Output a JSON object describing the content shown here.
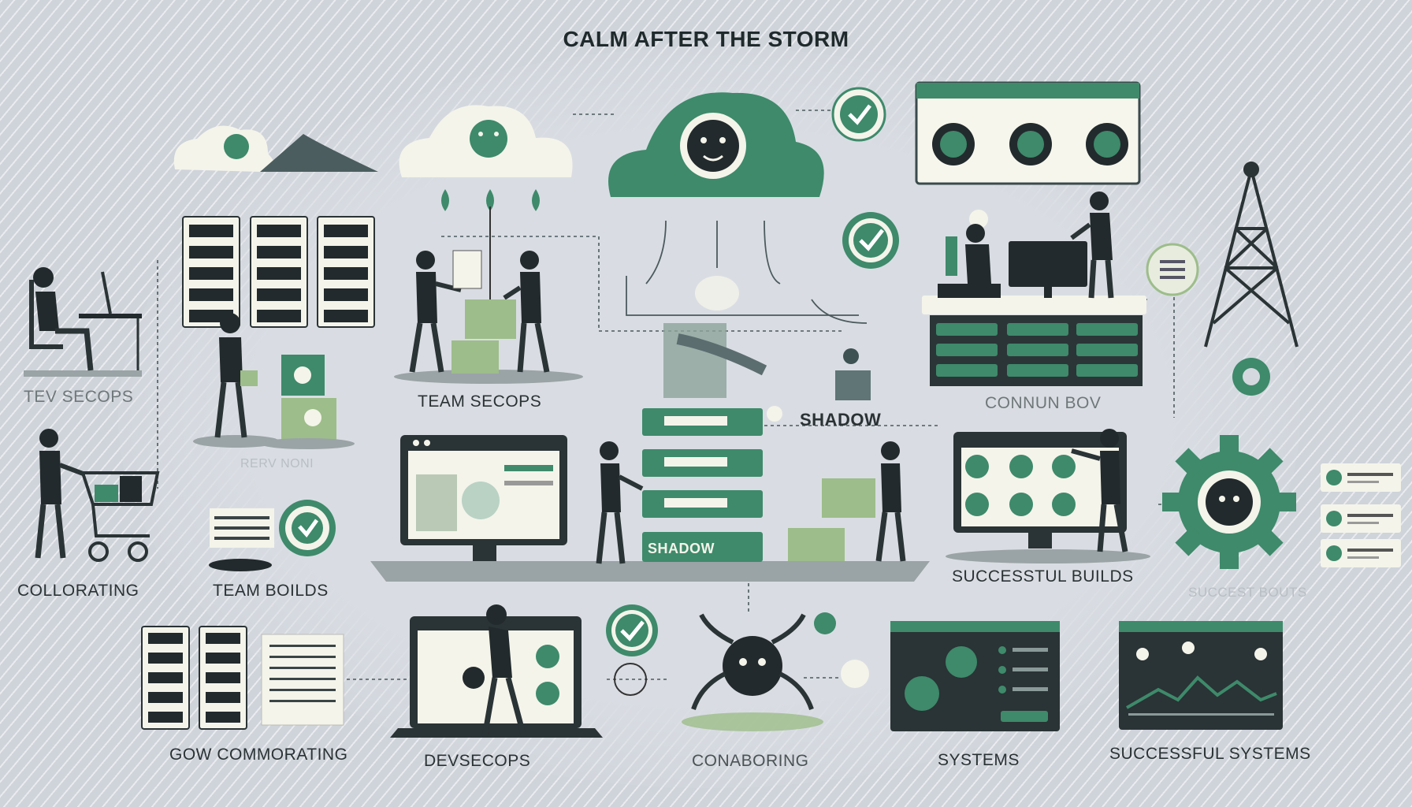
{
  "title": "CALM AFTER THE STORM",
  "labels": {
    "tev_secops": "TEV SECOPS",
    "team_secops": "TEAM SECOPS",
    "shadow": "SHADOW",
    "connun_box": "CONNUN BOV",
    "collorating": "COLLORATING",
    "team_boilds": "TEAM BOILDS",
    "successtul_builds": "SUCCESSTUL BUILDS",
    "succest_bouts": "SUCCEST BOUTS",
    "gow_commorating": "GOW COMMORATING",
    "devsecops": "DEVSECOPS",
    "conaboring": "CONABORING",
    "systems": "SYSTEMS",
    "successful_systems": "SUCCESSFUL SYSTEMS",
    "shadow_server_label": "SHADOW",
    "faint_caption": "RERV NONI"
  },
  "colors": {
    "accent": "#3e8a6b",
    "dark": "#222a2d",
    "light_green": "#9dbd8a",
    "cream": "#f4f4ea",
    "background": "#cfd3da"
  }
}
